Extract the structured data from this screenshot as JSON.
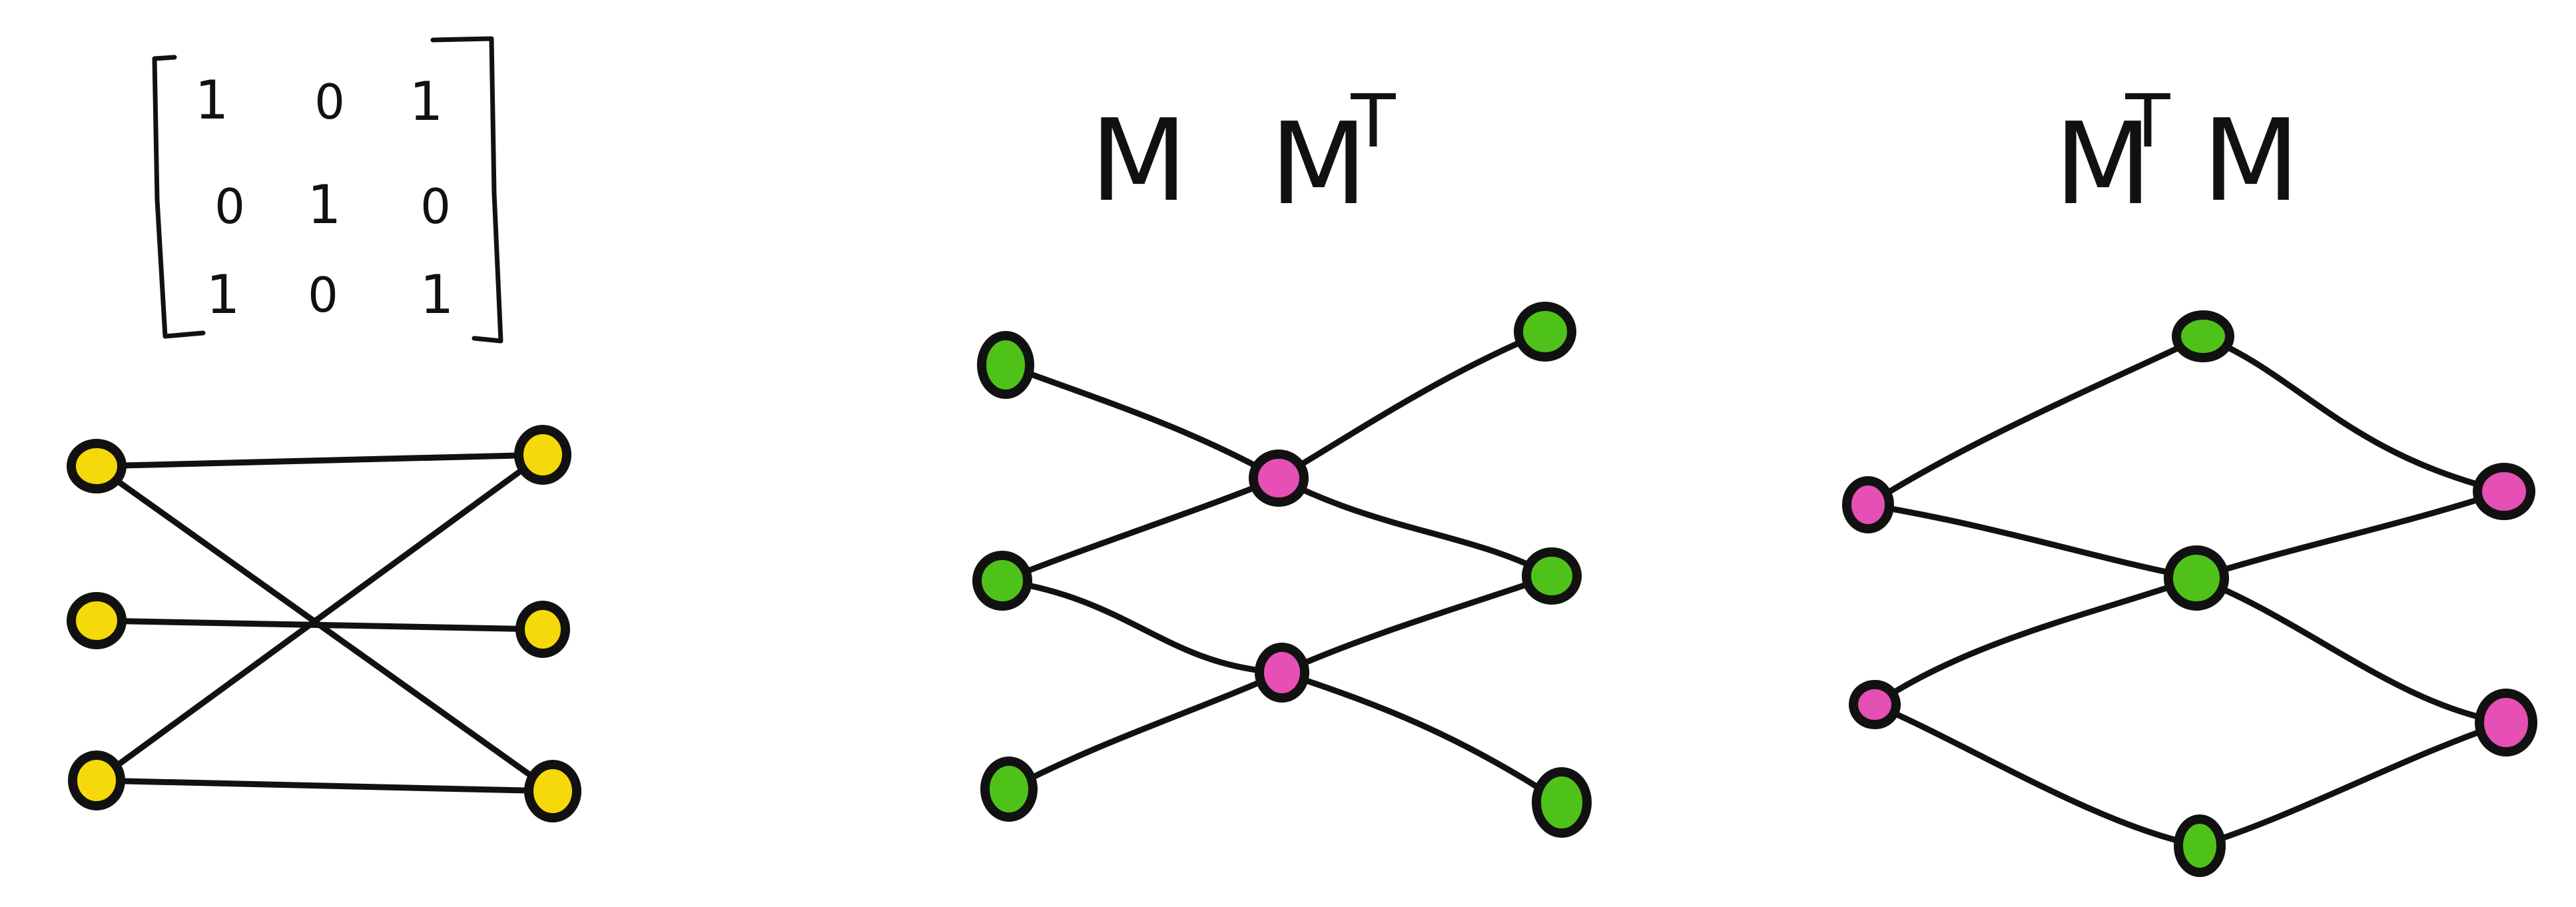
{
  "colors": {
    "ink": "#111111",
    "yellow": "#f5d90a",
    "green": "#4fc21a",
    "pink": "#e64fb3",
    "background": "#ffffff"
  },
  "matrix": {
    "rows": [
      [
        "1",
        "0",
        "1"
      ],
      [
        "0",
        "1",
        "0"
      ],
      [
        "1",
        "0",
        "1"
      ]
    ]
  },
  "labels": {
    "middle_left": "M",
    "middle_right": "M",
    "middle_right_sup": "T",
    "right_first": "M",
    "right_first_sup": "T",
    "right_second": "M"
  },
  "graphs": {
    "bipartite": {
      "node_color": "yellow",
      "left_nodes": [
        "a1",
        "a2",
        "a3"
      ],
      "right_nodes": [
        "b1",
        "b2",
        "b3"
      ],
      "edges": [
        [
          "a1",
          "b1"
        ],
        [
          "a1",
          "b3"
        ],
        [
          "a2",
          "b2"
        ],
        [
          "a3",
          "b1"
        ],
        [
          "a3",
          "b3"
        ]
      ]
    },
    "mmt": {
      "outer_color": "green",
      "inner_color": "pink",
      "left_nodes": [
        "l1",
        "l2",
        "l3"
      ],
      "middle_nodes": [
        "m1",
        "m2"
      ],
      "right_nodes": [
        "r1",
        "r2",
        "r3"
      ],
      "edges": [
        [
          "l1",
          "m1"
        ],
        [
          "l2",
          "m1"
        ],
        [
          "l2",
          "m2"
        ],
        [
          "l3",
          "m2"
        ],
        [
          "m1",
          "r1"
        ],
        [
          "m1",
          "r2"
        ],
        [
          "m2",
          "r2"
        ],
        [
          "m2",
          "r3"
        ]
      ]
    },
    "mtm": {
      "outer_color": "pink",
      "inner_color": "green",
      "left_nodes": [
        "p1",
        "p2"
      ],
      "middle_nodes": [
        "g1",
        "g2",
        "g3"
      ],
      "right_nodes": [
        "q1",
        "q2"
      ],
      "edges": [
        [
          "p1",
          "g1"
        ],
        [
          "p1",
          "g2"
        ],
        [
          "p2",
          "g2"
        ],
        [
          "p2",
          "g3"
        ],
        [
          "g1",
          "q1"
        ],
        [
          "g2",
          "q1"
        ],
        [
          "g2",
          "q2"
        ],
        [
          "g3",
          "q2"
        ]
      ]
    }
  }
}
